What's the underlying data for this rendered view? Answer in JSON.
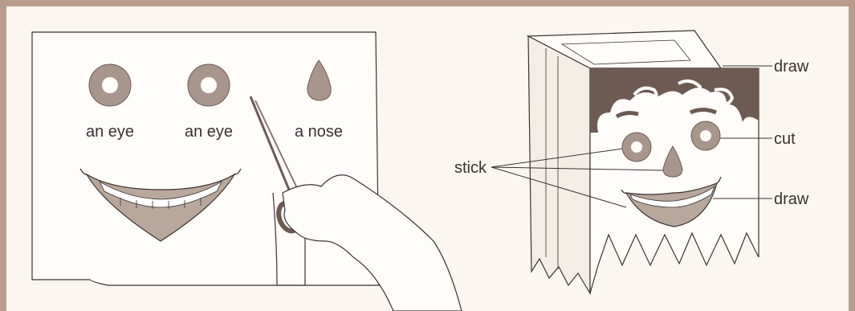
{
  "left_panel": {
    "cutout_labels": [
      "an eye",
      "an eye",
      "a nose"
    ]
  },
  "right_panel": {
    "callouts": {
      "hair": "draw",
      "eye": "cut",
      "facial_parts": "stick",
      "mouth": "draw"
    }
  },
  "colors": {
    "border": "#b99c89",
    "paper": "#fbf6ef",
    "cutout_fill": "#a8968c",
    "hair_fill": "#6e5a52",
    "outline": "#3a3130"
  }
}
